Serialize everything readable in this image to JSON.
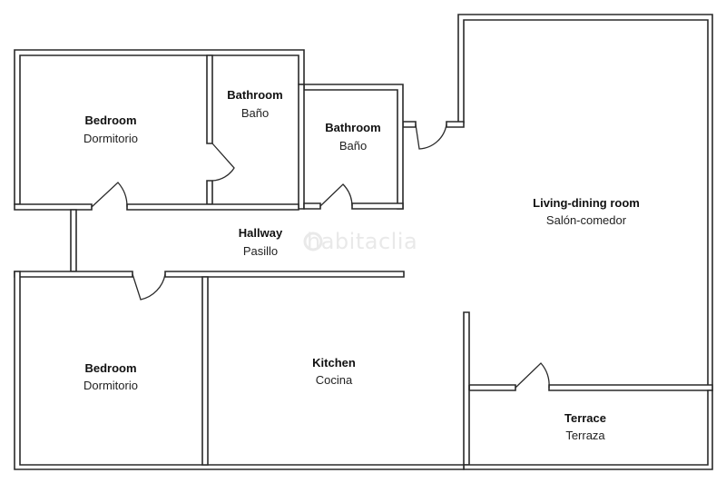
{
  "watermark": "habitaclia",
  "rooms": [
    {
      "en": "Bedroom",
      "es": "Dormitorio"
    },
    {
      "en": "Bathroom",
      "es": "Baño"
    },
    {
      "en": "Bathroom",
      "es": "Baño"
    },
    {
      "en": "Living-dining room",
      "es": "Salón-comedor"
    },
    {
      "en": "Hallway",
      "es": "Pasillo"
    },
    {
      "en": "Bedroom",
      "es": "Dormitorio"
    },
    {
      "en": "Kitchen",
      "es": "Cocina"
    },
    {
      "en": "Terrace",
      "es": "Terraza"
    }
  ]
}
